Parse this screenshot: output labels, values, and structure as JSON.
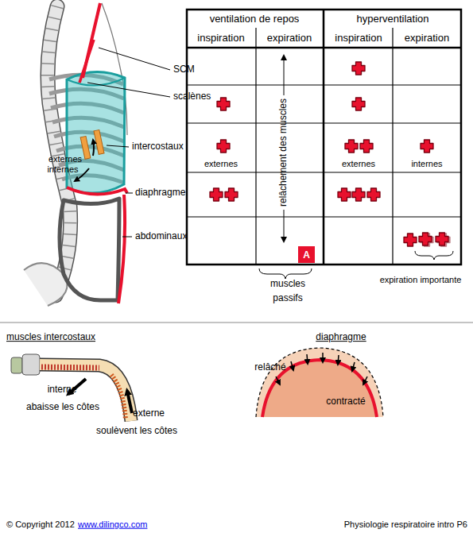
{
  "diagram": {
    "nodes": [
      {
        "text": [
          "A"
        ]
      }
    ],
    "labels": [
      "ventilation de repos",
      "hyperventilation",
      "inspiration",
      "expiration",
      "inspiration",
      "expiration",
      "SCM",
      "scalènes",
      "externes",
      "internes",
      "intercostaux",
      "externes",
      "externes",
      "internes",
      "diaphragme",
      "abdominaux",
      "relâchement des muscles",
      "muscles passifs",
      "expiration importante",
      "muscles intercostaux",
      "diaphragme",
      "interne",
      "abaisse les côtes",
      "externe",
      "soulèvent les côtes",
      "relâché",
      "contracté",
      "© Copyright 2012",
      "www.dilingco.com",
      "Physiologie respiratoire intro P6"
    ]
  }
}
